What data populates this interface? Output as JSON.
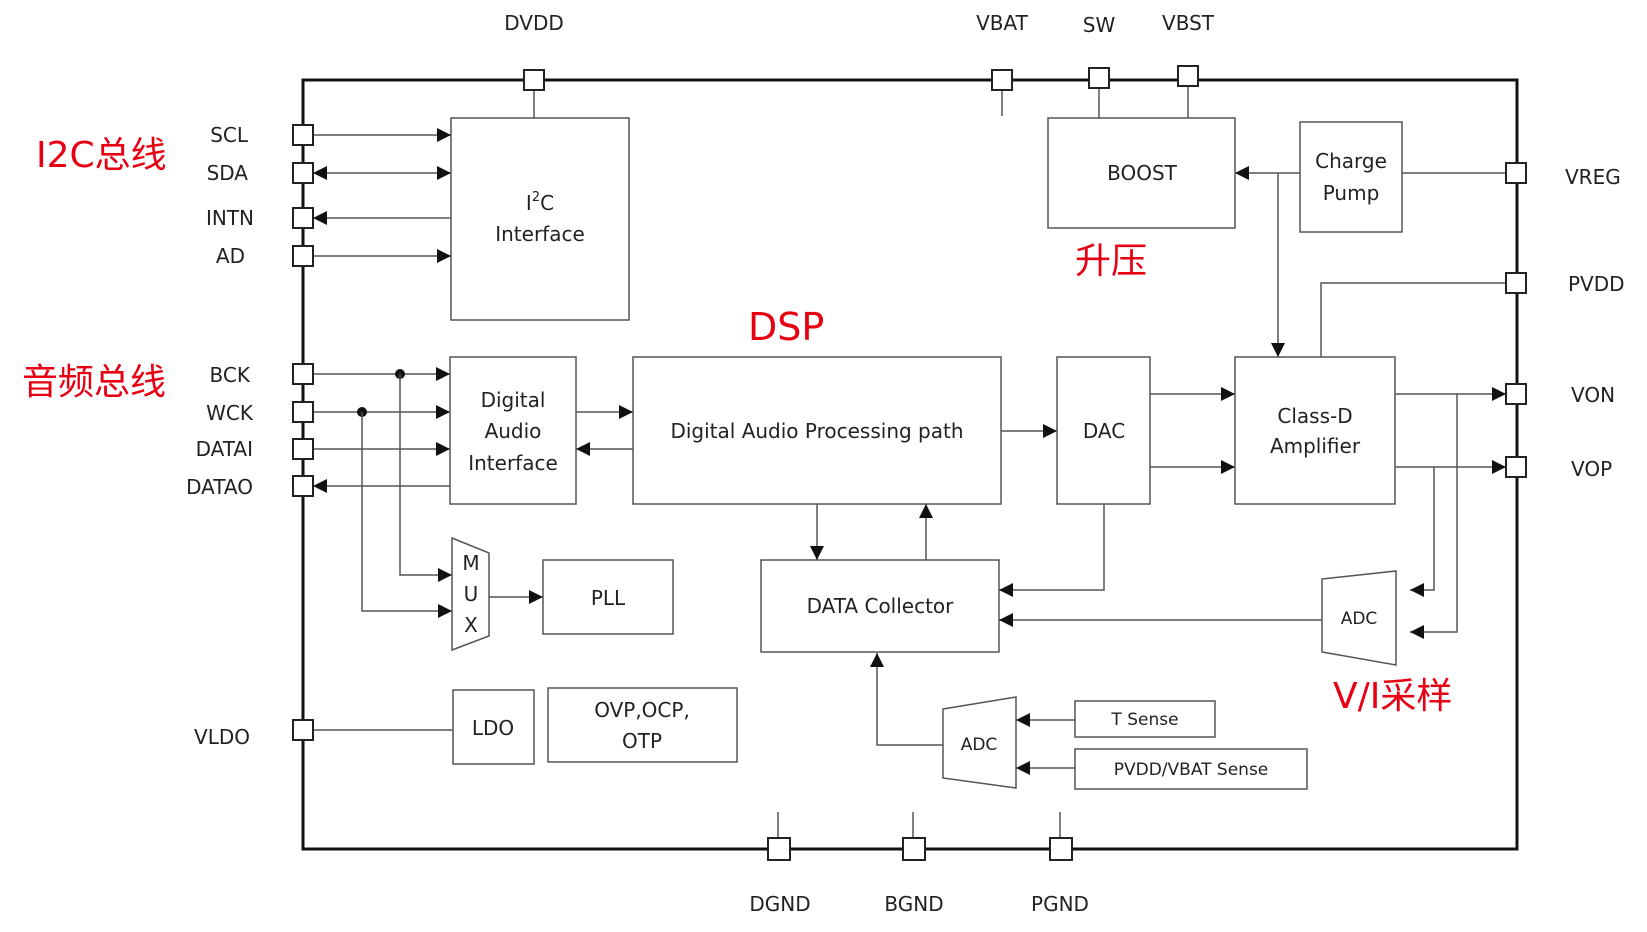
{
  "diagram": {
    "title": "Smart PA block diagram",
    "annotations": {
      "i2c_bus": "I2C总线",
      "audio_bus": "音频总线",
      "dsp": "DSP",
      "boost": "升压",
      "vi_sampling": "V/I采样"
    },
    "pins": {
      "top": [
        "DVDD",
        "VBAT",
        "SW",
        "VBST"
      ],
      "left_i2c": [
        "SCL",
        "SDA",
        "INTN",
        "AD"
      ],
      "left_audio": [
        "BCK",
        "WCK",
        "DATAI",
        "DATAO"
      ],
      "left_power": [
        "VLDO"
      ],
      "right": [
        "VREG",
        "PVDD",
        "VON",
        "VOP"
      ],
      "bottom": [
        "DGND",
        "BGND",
        "PGND"
      ]
    },
    "blocks": {
      "i2c_interface": {
        "line1": "I",
        "sup": "2",
        "line1b": "C",
        "line2": "Interface"
      },
      "digital_audio_interface": [
        "Digital",
        "Audio",
        "Interface"
      ],
      "dsp_path": "Digital Audio Processing path",
      "dac": "DAC",
      "class_d": [
        "Class-D",
        "Amplifier"
      ],
      "boost": "BOOST",
      "charge_pump": [
        "Charge",
        "Pump"
      ],
      "mux": [
        "M",
        "U",
        "X"
      ],
      "pll": "PLL",
      "data_collector": "DATA Collector",
      "adc_vi": "ADC",
      "adc_sense": "ADC",
      "t_sense": "T Sense",
      "pvdd_vbat_sense": "PVDD/VBAT Sense",
      "ldo": "LDO",
      "protection": [
        "OVP,OCP,",
        "OTP"
      ]
    },
    "colors": {
      "annotation": "#e60012",
      "border": "#111111",
      "line": "#555555"
    }
  }
}
